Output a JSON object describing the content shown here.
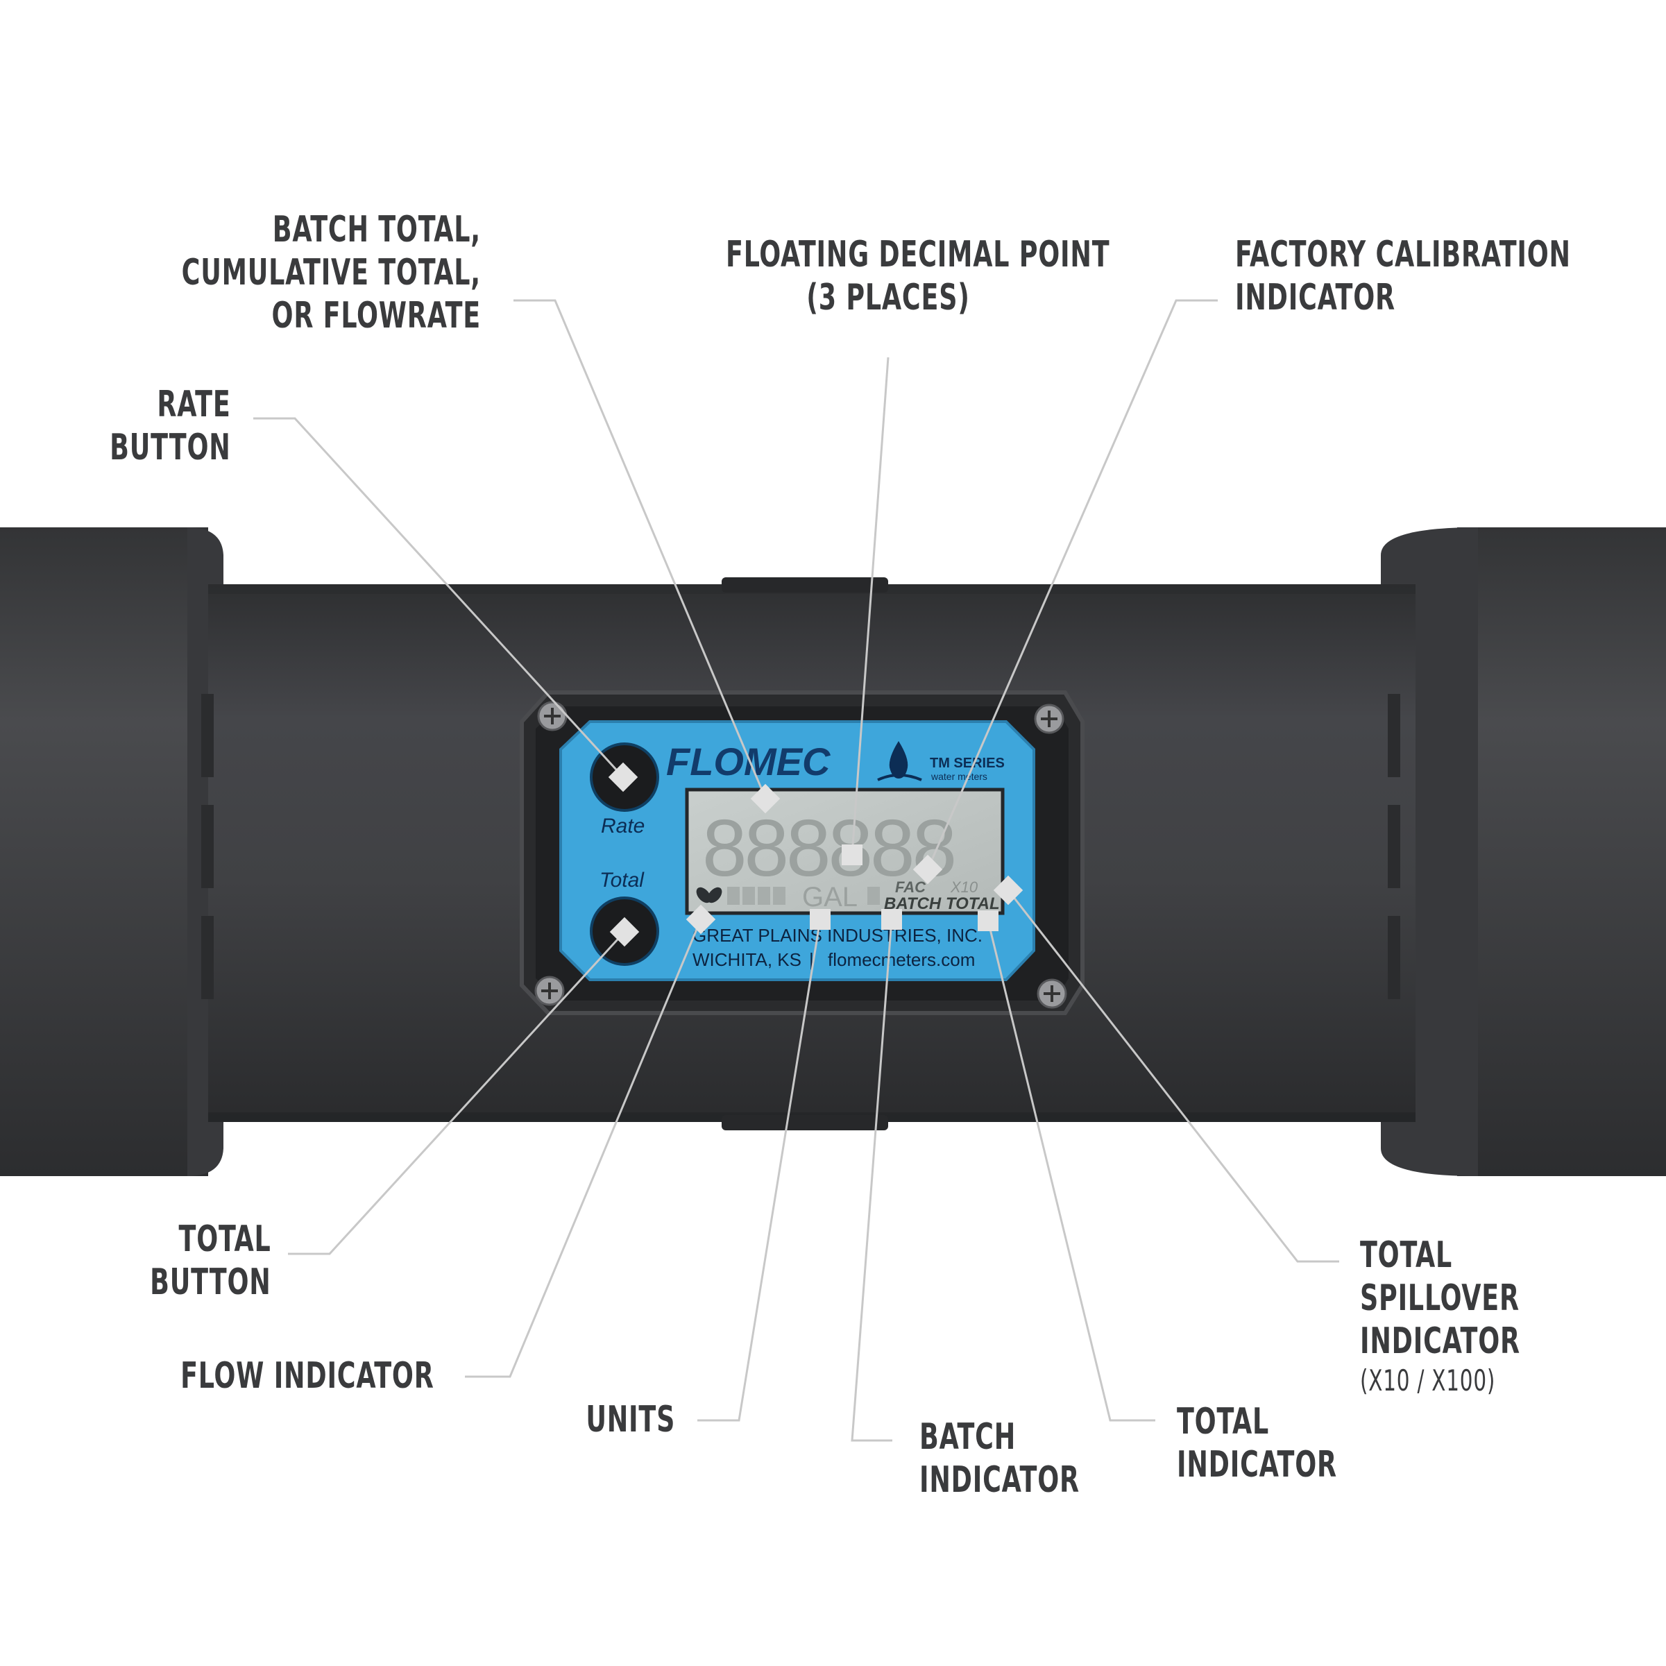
{
  "callouts": {
    "batch_total": [
      "BATCH TOTAL,",
      "CUMULATIVE TOTAL,",
      "OR FLOWRATE"
    ],
    "floating_decimal": [
      "FLOATING DECIMAL POINT",
      "(3 PLACES)"
    ],
    "factory_calibration": [
      "FACTORY CALIBRATION",
      "INDICATOR"
    ],
    "rate_button": [
      "RATE",
      "BUTTON"
    ],
    "total_button": [
      "TOTAL",
      "BUTTON"
    ],
    "flow_indicator": [
      "FLOW INDICATOR"
    ],
    "units": [
      "UNITS"
    ],
    "batch_indicator": [
      "BATCH",
      "INDICATOR"
    ],
    "total_indicator": [
      "TOTAL",
      "INDICATOR"
    ],
    "total_spillover": [
      "TOTAL",
      "SPILLOVER",
      "INDICATOR",
      "(X10 / X100)"
    ]
  },
  "meter": {
    "brand": "FLOMEC",
    "series": "TM SERIES",
    "series_sub": "water meters",
    "rate_label": "Rate",
    "total_label": "Total",
    "lcd_digits": "888888",
    "lcd_units": "GAL",
    "fac_label": "FAC",
    "x10_label": "X10",
    "batch_total_label": "BATCH TOTAL",
    "company": "GREAT PLAINS INDUSTRIES, INC.",
    "city": "WICHITA, KS",
    "separator": "|",
    "website": "flomecmeters.com"
  },
  "colors": {
    "pipe": "#3d3e40",
    "faceplate": "#3ea6db",
    "lcd": "#bfc5c3",
    "label_text": "#3a3b3d",
    "leader_line": "#c8c8c8",
    "marker": "#e2e2e2"
  }
}
